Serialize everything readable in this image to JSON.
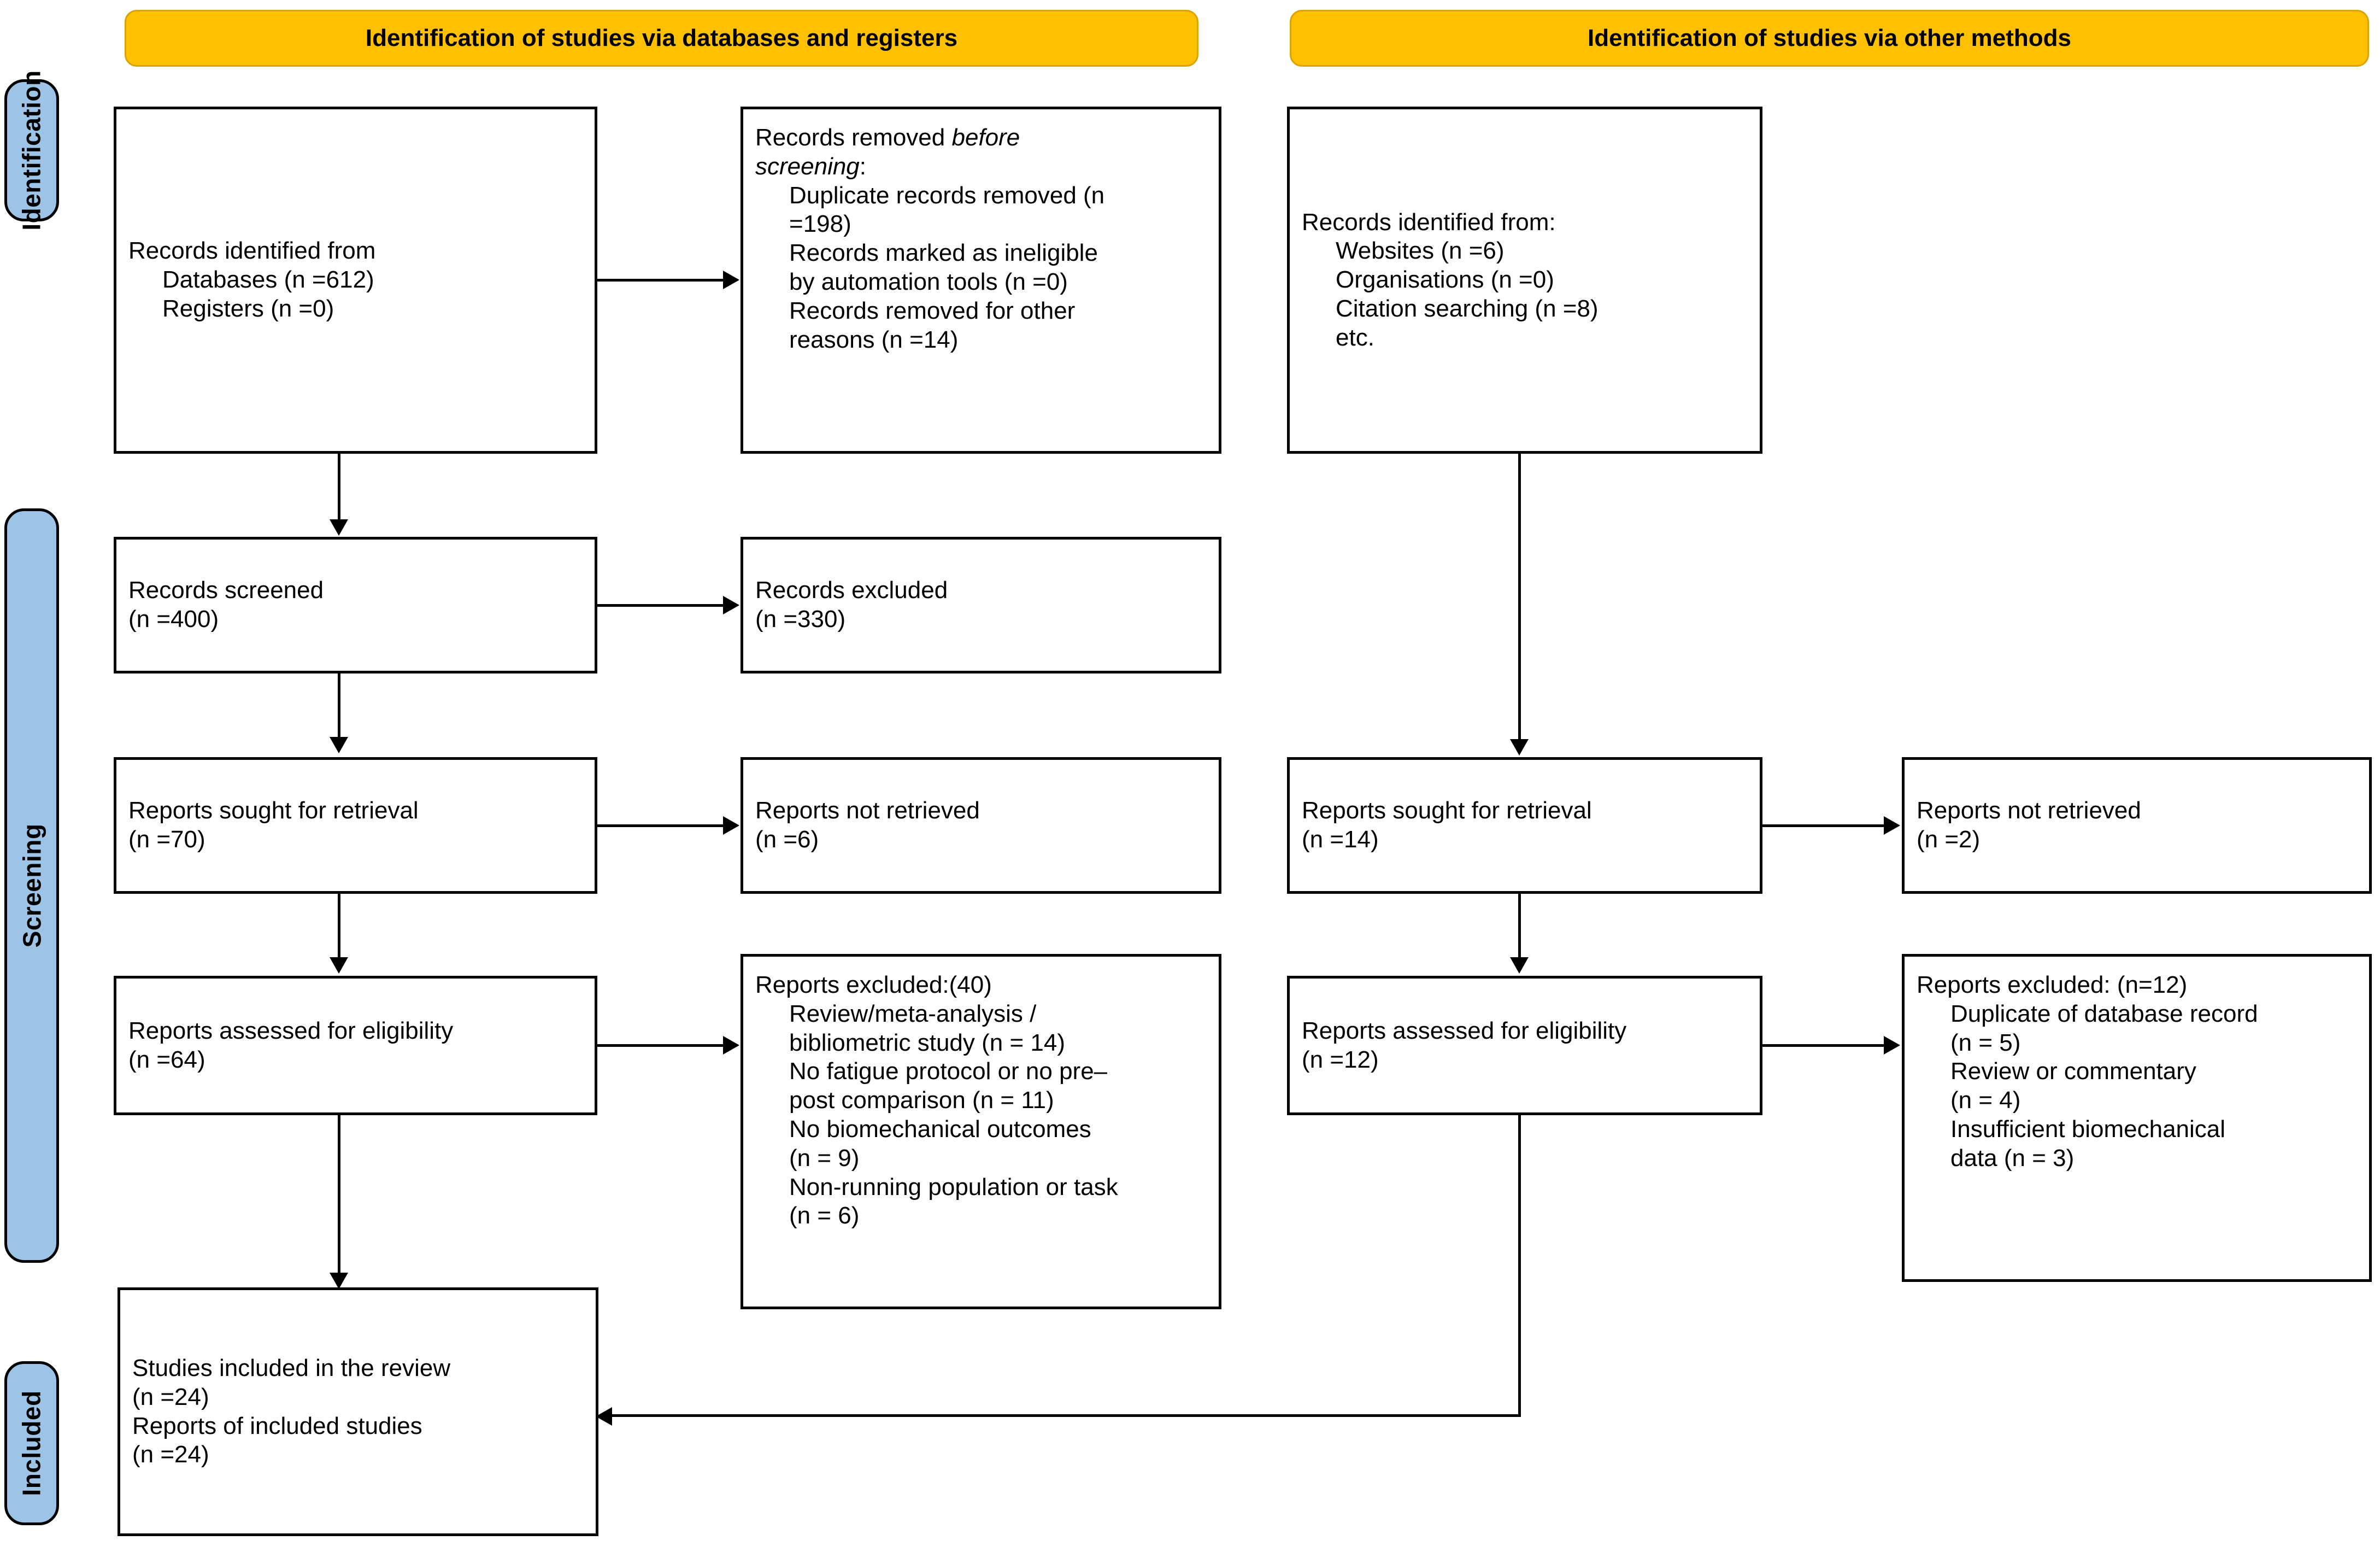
{
  "diagram": {
    "type": "prisma-flow-diagram",
    "title": "PRISMA 2020 flow diagram",
    "accent_orange": "#FFC000",
    "accent_blue": "#9DC3E6",
    "border_color": "#000000"
  },
  "stages": [
    {
      "key": "identification",
      "label": "Identification"
    },
    {
      "key": "screening",
      "label": "Screening"
    },
    {
      "key": "included",
      "label": "Included"
    }
  ],
  "section_headers": [
    {
      "key": "databases",
      "label": "Identification of studies via databases and registers"
    },
    {
      "key": "other",
      "label": "Identification of studies via other methods"
    }
  ],
  "boxes": {
    "records_identified_db": {
      "lines": [
        "Records identified from",
        "Databases (n =612)",
        "Registers (n =0)"
      ]
    },
    "records_removed_before_screening": {
      "lines": [
        "Records removed before",
        "screening:",
        "Duplicate records removed (n",
        "=198)",
        "Records marked as ineligible",
        "by automation tools (n =0)",
        "Records removed for other",
        "reasons (n =14)"
      ],
      "header_prefix": "Records removed ",
      "header_italic": "before",
      "header_italic_line2": "screening",
      "header_suffix": ":",
      "items": [
        "Duplicate records removed (n",
        "=198)",
        "Records marked as ineligible",
        "by automation tools (n =0)",
        "Records removed for other",
        "reasons (n =14)"
      ]
    },
    "records_screened": {
      "lines": [
        "Records screened",
        "(n =400)"
      ]
    },
    "records_excluded": {
      "lines": [
        "Records excluded",
        "(n =330)"
      ]
    },
    "reports_sought_db": {
      "lines": [
        "Reports sought for retrieval",
        "(n =70)"
      ]
    },
    "reports_not_retrieved_db": {
      "lines": [
        "Reports not retrieved",
        "(n =6)"
      ]
    },
    "reports_assessed_db": {
      "lines": [
        "Reports assessed for eligibility",
        "(n =64)"
      ]
    },
    "reports_excluded_db": {
      "header": "Reports excluded:(40)",
      "items": [
        "Review/meta-analysis /",
        "bibliometric study (n = 14)",
        "No fatigue protocol or no pre–",
        "post comparison (n = 11)",
        "No biomechanical outcomes",
        "(n = 9)",
        "Non-running population or task",
        "(n = 6)"
      ]
    },
    "records_identified_other": {
      "header": "Records identified from:",
      "items": [
        "Websites (n =6)",
        "Organisations (n =0)",
        "Citation searching (n =8)",
        "etc."
      ]
    },
    "reports_sought_other": {
      "lines": [
        "Reports sought for retrieval",
        "(n =14)"
      ]
    },
    "reports_not_retrieved_other": {
      "lines": [
        "Reports not retrieved",
        "(n =2)"
      ]
    },
    "reports_assessed_other": {
      "lines": [
        "Reports assessed for eligibility",
        "(n =12)"
      ]
    },
    "reports_excluded_other": {
      "header": "Reports excluded: (n=12)",
      "items": [
        "Duplicate of database record",
        "(n = 5)",
        "Review or commentary",
        "(n = 4)",
        "Insufficient biomechanical",
        "data (n = 3)"
      ]
    },
    "studies_included": {
      "lines": [
        "Studies included in the review",
        "(n =24)",
        "Reports of included studies",
        "(n =24)"
      ]
    }
  }
}
